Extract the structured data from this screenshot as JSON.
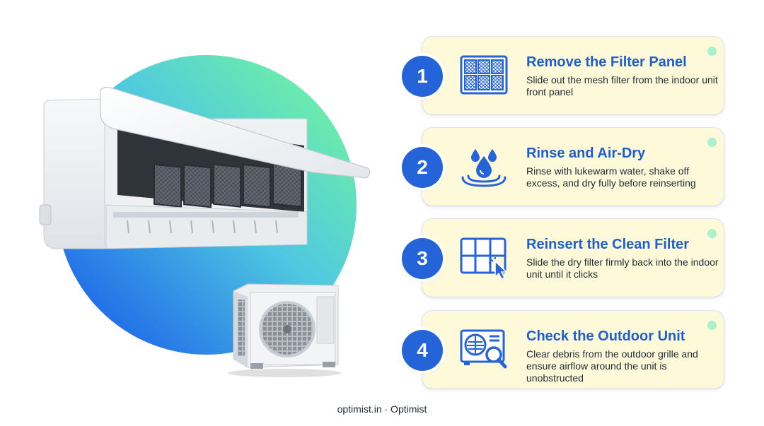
{
  "illustration": {
    "indoor_unit": "split-ac-indoor-unit",
    "outdoor_unit": "ac-outdoor-condenser"
  },
  "steps": [
    {
      "number": "1",
      "title": "Remove the Filter Panel",
      "description": "Slide out the mesh filter from the indoor unit front panel",
      "icon": "mesh-filter-icon"
    },
    {
      "number": "2",
      "title": "Rinse and Air-Dry",
      "description": "Rinse with lukewarm water, shake off excess, and dry fully before reinserting",
      "icon": "water-drops-icon"
    },
    {
      "number": "3",
      "title": "Reinsert the Clean Filter",
      "description": "Slide the dry filter firmly back into the indoor unit until it clicks",
      "icon": "filter-cursor-icon"
    },
    {
      "number": "4",
      "title": "Check the Outdoor Unit",
      "description": "Clear debris from the outdoor grille and ensure airflow around the unit is unobstructed",
      "icon": "outdoor-unit-search-icon"
    }
  ],
  "footer": "optimist.in · Optimist",
  "colors": {
    "accent": "#2563d9",
    "title": "#1e5fc9",
    "card": "#fdf9d9",
    "dot": "#a9f0cc"
  }
}
